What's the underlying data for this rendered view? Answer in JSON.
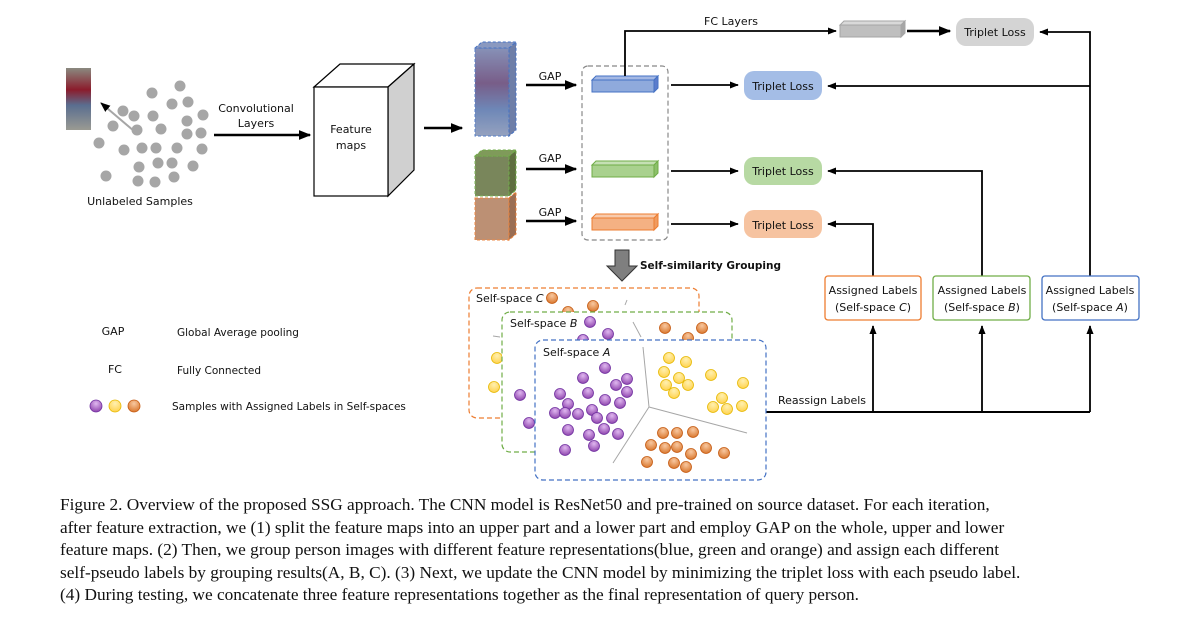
{
  "figure": {
    "input": {
      "label": "Unlabeled Samples",
      "sample_color": "#a6a6a6"
    },
    "conv": {
      "label_line1": "Convolutional",
      "label_line2": "Layers"
    },
    "feature_maps": {
      "label_line1": "Feature",
      "label_line2": "maps"
    },
    "branches": [
      {
        "id": "whole",
        "gap_label": "GAP",
        "color": "#4472c4",
        "fill": "#8faadc",
        "loss_label": "Triplet Loss",
        "loss_fill": "#a4bde6"
      },
      {
        "id": "upper",
        "gap_label": "GAP",
        "color": "#70ad47",
        "fill": "#a9d18e",
        "loss_label": "Triplet Loss",
        "loss_fill": "#b7d9a3"
      },
      {
        "id": "lower",
        "gap_label": "GAP",
        "color": "#ed7d31",
        "fill": "#f4b183",
        "loss_label": "Triplet Loss",
        "loss_fill": "#f6c3a0"
      }
    ],
    "fc": {
      "label": "FC Layers",
      "loss_label": "Triplet Loss",
      "loss_fill": "#d4d4d4",
      "feature_fill": "#bfbfbf"
    },
    "grouping": {
      "label": "Self-similarity Grouping"
    },
    "self_spaces": [
      {
        "prefix": "Self-space ",
        "letter": "C",
        "border": "#ed7d31"
      },
      {
        "prefix": "Self-space ",
        "letter": "B",
        "border": "#70ad47"
      },
      {
        "prefix": "Self-space ",
        "letter": "A",
        "border": "#4472c4"
      }
    ],
    "assigned_labels": [
      {
        "line1": "Assigned Labels",
        "prefix": "(Self-space ",
        "letter": "C",
        "suffix": ")",
        "border": "#ed7d31"
      },
      {
        "line1": "Assigned Labels",
        "prefix": "(Self-space ",
        "letter": "B",
        "suffix": ")",
        "border": "#70ad47"
      },
      {
        "line1": "Assigned Labels",
        "prefix": "(Self-space ",
        "letter": "A",
        "suffix": ")",
        "border": "#4472c4"
      }
    ],
    "reassign_label": "Reassign Labels",
    "legend": [
      {
        "key": "GAP",
        "value": "Global Average pooling"
      },
      {
        "key": "FC",
        "value": "Fully Connected"
      },
      {
        "key": "dots",
        "value": "Samples with Assigned Labels in Self-spaces"
      }
    ],
    "cluster_colors": {
      "purple": "#9b59c4",
      "yellow": "#ffd966",
      "orange": "#f4a460"
    }
  },
  "caption": {
    "lines": [
      "Figure 2. Overview of the proposed SSG approach.  The CNN model is ResNet50 and pre-trained on source dataset.  For each iteration,",
      "after feature extraction, we (1) split the feature maps into an upper part and a lower part and employ GAP on the whole, upper and lower",
      "feature maps.  (2) Then, we group person images with different feature representations(blue, green and orange) and assign each different",
      "self-pseudo labels by grouping results(A, B, C). (3) Next, we update the CNN model by minimizing the triplet loss with each pseudo label.",
      "(4) During testing, we concatenate three feature representations together as the final representation of query person."
    ]
  }
}
